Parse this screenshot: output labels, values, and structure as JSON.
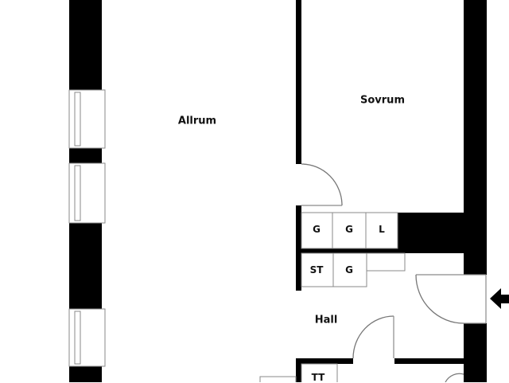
{
  "plan": {
    "type": "floor-plan",
    "rooms": [
      {
        "id": "allrum",
        "label": "Allrum"
      },
      {
        "id": "sovrum",
        "label": "Sovrum"
      },
      {
        "id": "hall",
        "label": "Hall"
      }
    ],
    "closets": [
      {
        "id": "c1",
        "label": "G"
      },
      {
        "id": "c2",
        "label": "G"
      },
      {
        "id": "c3",
        "label": "L"
      },
      {
        "id": "c4",
        "label": "ST"
      },
      {
        "id": "c5",
        "label": "G"
      },
      {
        "id": "c6",
        "label": "TT"
      }
    ],
    "entrance_marker": "arrow-left",
    "colors": {
      "wall": "#000000",
      "background": "#ffffff",
      "detail": "#8a8a8a"
    }
  }
}
